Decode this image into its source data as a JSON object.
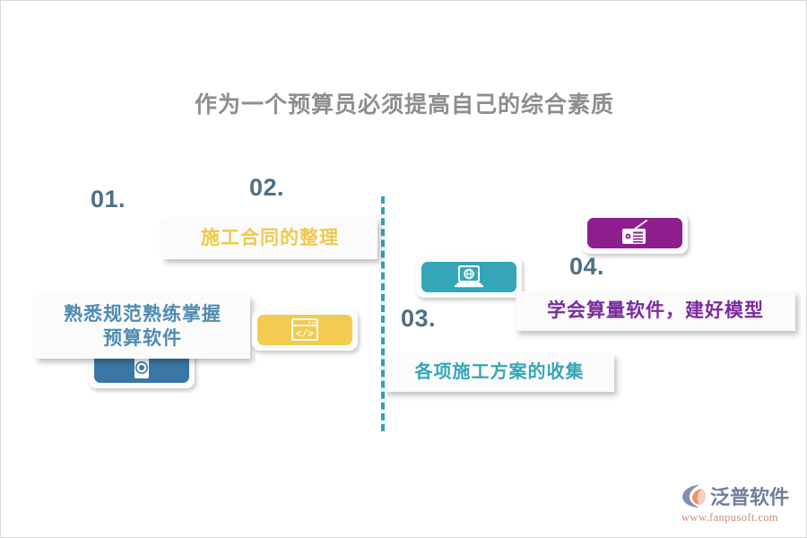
{
  "slide": {
    "title": "作为一个预算员必须提高自己的综合素质",
    "background_color": "#ffffff",
    "border_color": "#d9d9d9"
  },
  "divider": {
    "style": "dashed-vertical",
    "color": "#2fa3b5"
  },
  "steps": [
    {
      "number": "01.",
      "text": "熟悉规范熟练掌握\n预算软件",
      "text_line1": "熟悉规范熟练掌握",
      "text_line2": "预算软件",
      "text_color": "#4f8bb3",
      "tile_color": "#3b77a5",
      "icon": "webcam-icon"
    },
    {
      "number": "02.",
      "text": "施工合同的整理",
      "text_color": "#efc94c",
      "tile_color": "#f2cb50",
      "icon": "code-window-icon"
    },
    {
      "number": "03.",
      "text": "各项施工方案的收集",
      "text_color": "#35a6b8",
      "tile_color": "#35a6b8",
      "icon": "laptop-globe-icon"
    },
    {
      "number": "04.",
      "text": "学会算量软件，建好模型",
      "text_color": "#7b2b9e",
      "tile_color": "#8e1e8e",
      "icon": "radio-icon"
    }
  ],
  "logo": {
    "mark": "fanpu-logo-mark",
    "wordmark": "泛普软件",
    "url": "www.fanpusoft.com",
    "wordmark_color": "#6d7f9b",
    "url_color": "#c98d77"
  }
}
